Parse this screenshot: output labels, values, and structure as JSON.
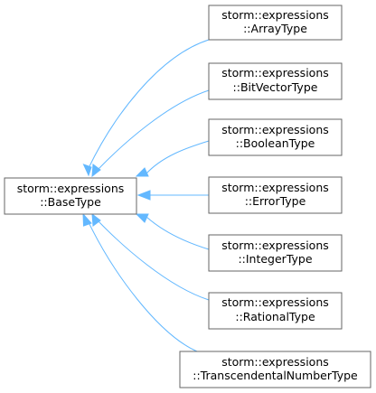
{
  "base": {
    "line1": "storm::expressions",
    "line2": "::BaseType"
  },
  "derived": [
    {
      "line1": "storm::expressions",
      "line2": "::ArrayType"
    },
    {
      "line1": "storm::expressions",
      "line2": "::BitVectorType"
    },
    {
      "line1": "storm::expressions",
      "line2": "::BooleanType"
    },
    {
      "line1": "storm::expressions",
      "line2": "::ErrorType"
    },
    {
      "line1": "storm::expressions",
      "line2": "::IntegerType"
    },
    {
      "line1": "storm::expressions",
      "line2": "::RationalType"
    },
    {
      "line1": "storm::expressions",
      "line2": "::TranscendentalNumberType"
    }
  ],
  "colors": {
    "edge": "#63b8ff",
    "node_border": "#666666"
  }
}
